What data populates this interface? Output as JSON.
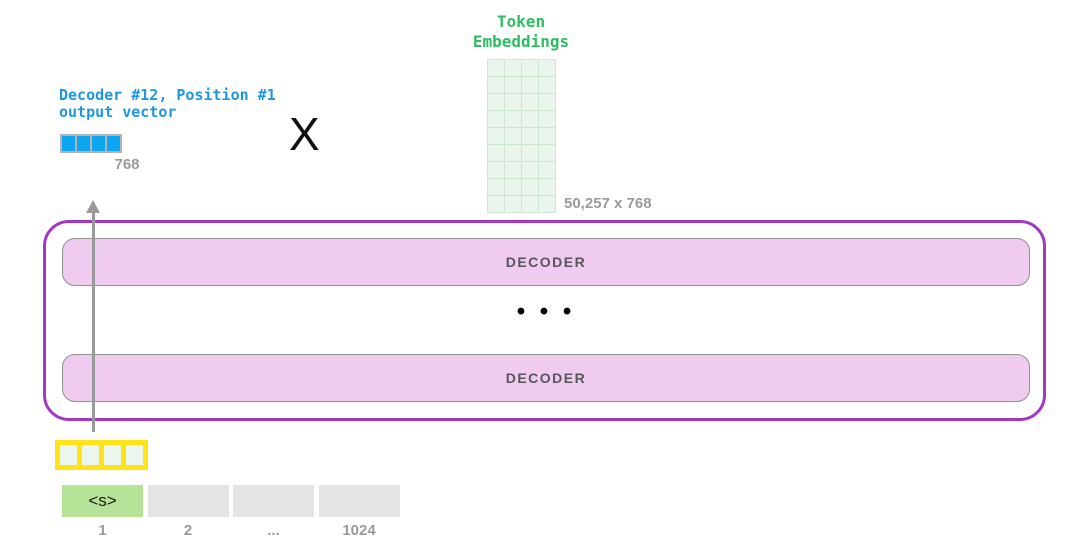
{
  "diagram": {
    "token_embeddings": {
      "title": "Token\nEmbeddings",
      "dims_label": "50,257 x 768",
      "grid": {
        "rows": 9,
        "cols": 4
      }
    },
    "output_vector": {
      "caption": "Decoder #12, Position #1\noutput vector",
      "dim_label": "768",
      "cells": 4
    },
    "multiply_symbol": "X",
    "decoder_stack": {
      "top_label": "DECODER",
      "bottom_label": "DECODER",
      "ellipsis": "• • •"
    },
    "input_vector": {
      "cells": 4
    },
    "token_row": {
      "cells": [
        {
          "label": "<s>",
          "highlight": true
        },
        {
          "label": "",
          "highlight": false
        },
        {
          "label": "",
          "highlight": false
        },
        {
          "label": "",
          "highlight": false
        }
      ],
      "position_labels": [
        "1",
        "2",
        "...",
        "1024"
      ]
    },
    "colors": {
      "accent_purple": "#A238C8",
      "decoder_pink": "#EFCBEF",
      "vector_blue": "#0DA5F2",
      "vector_yellow": "#FFE314",
      "label_green": "#2EBD62",
      "grid_green_fill": "#EAF5ED",
      "token_green": "#B6E398",
      "gray_cell": "#E4E4E4",
      "muted_text_gray": "#9A9A9A",
      "arrow_gray": "#9A9A9A"
    }
  }
}
